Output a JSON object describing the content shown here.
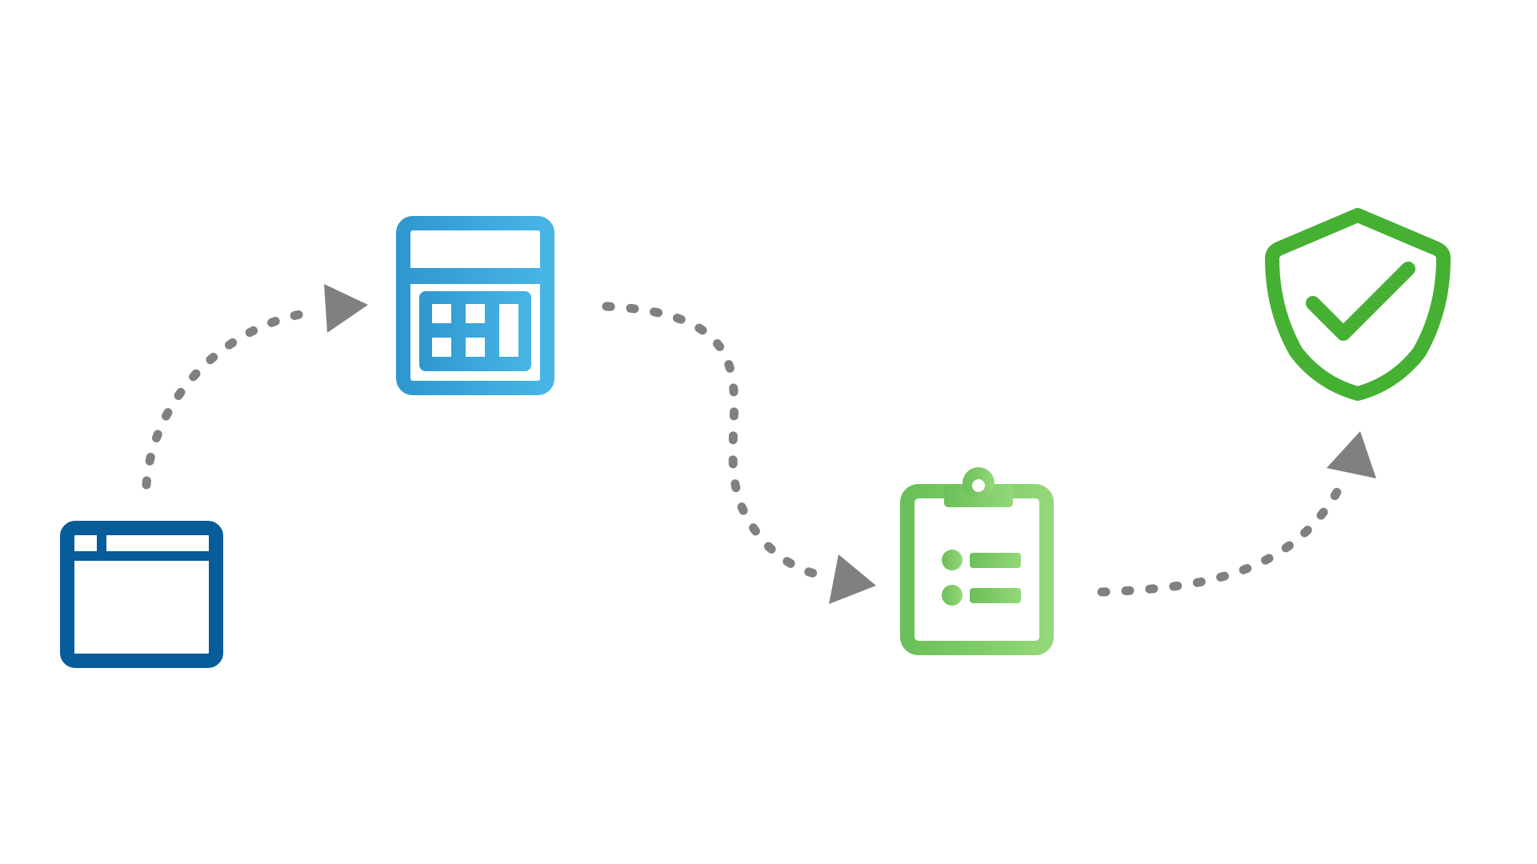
{
  "colors": {
    "background": "#ffffff",
    "connector": "#808080",
    "window_blue": "#075c9a",
    "calculator_blue_start": "#2f98cf",
    "calculator_blue_end": "#48b5e6",
    "clipboard_green_start": "#6bbf59",
    "clipboard_green_end": "#94d779",
    "shield_green": "#46b033"
  },
  "steps": [
    {
      "icon": "browser-window-icon"
    },
    {
      "icon": "calculator-icon"
    },
    {
      "icon": "clipboard-checklist-icon"
    },
    {
      "icon": "shield-check-icon"
    }
  ],
  "connectors": [
    {
      "from": "browser-window-icon",
      "to": "calculator-icon",
      "style": "dotted-arrow"
    },
    {
      "from": "calculator-icon",
      "to": "clipboard-checklist-icon",
      "style": "dotted-arrow"
    },
    {
      "from": "clipboard-checklist-icon",
      "to": "shield-check-icon",
      "style": "dotted-arrow"
    }
  ]
}
